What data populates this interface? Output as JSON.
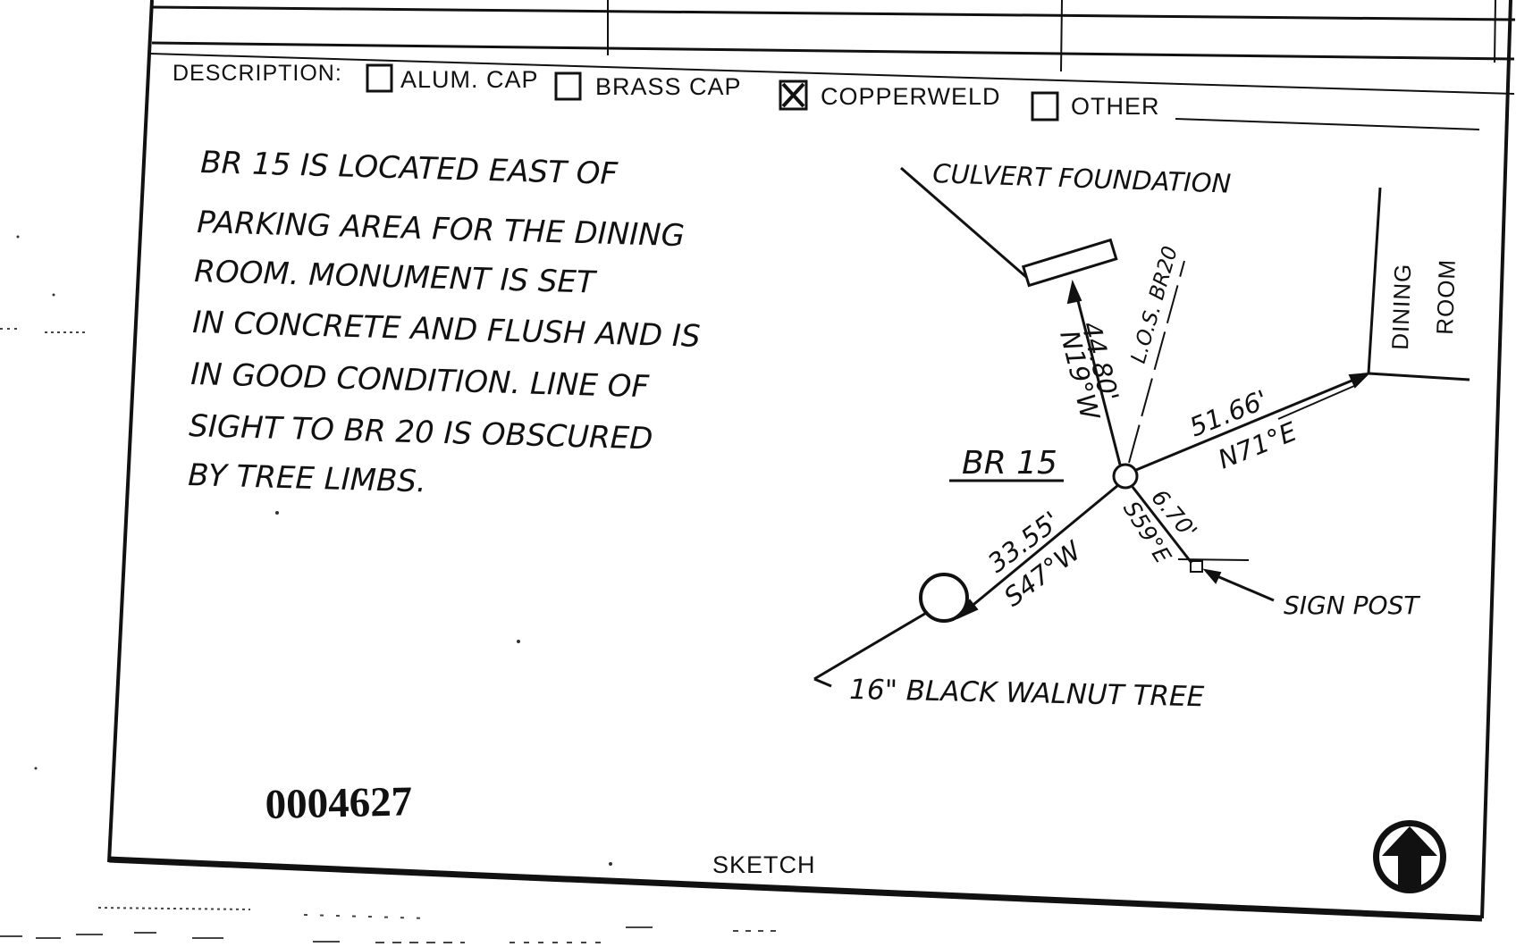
{
  "form": {
    "description_label": "DESCRIPTION:",
    "options": [
      {
        "label": "ALUM. CAP",
        "checked": false
      },
      {
        "label": "BRASS CAP",
        "checked": false
      },
      {
        "label": "COPPERWELD",
        "checked": true
      },
      {
        "label": "OTHER",
        "checked": false
      }
    ],
    "sketch_label": "SKETCH",
    "doc_number": "0004627"
  },
  "notes": {
    "lines": [
      "BR 15 IS LOCATED EAST OF",
      "PARKING AREA FOR THE DINING",
      "ROOM. MONUMENT IS SET",
      "IN CONCRETE AND FLUSH AND IS",
      "IN GOOD CONDITION. LINE OF",
      "SIGHT TO BR 20 IS OBSCURED",
      "BY TREE LIMBS."
    ]
  },
  "sketch": {
    "monument_label": "BR 15",
    "culvert_label": "CULVERT FOUNDATION",
    "los_label": "L.O.S. BR20",
    "dining_room_line1": "DINING",
    "dining_room_line2": "ROOM",
    "culvert_distance": "44.80'",
    "culvert_bearing": "N19°W",
    "dining_distance": "51.66'",
    "dining_bearing": "N71°E",
    "sign_distance": "6.70'",
    "sign_bearing": "S59°E",
    "sign_label": "SIGN POST",
    "tree_distance": "33.55'",
    "tree_bearing": "S47°W",
    "tree_label": "16\" BLACK WALNUT TREE"
  },
  "north_arrow_icon": "north-arrow-icon"
}
